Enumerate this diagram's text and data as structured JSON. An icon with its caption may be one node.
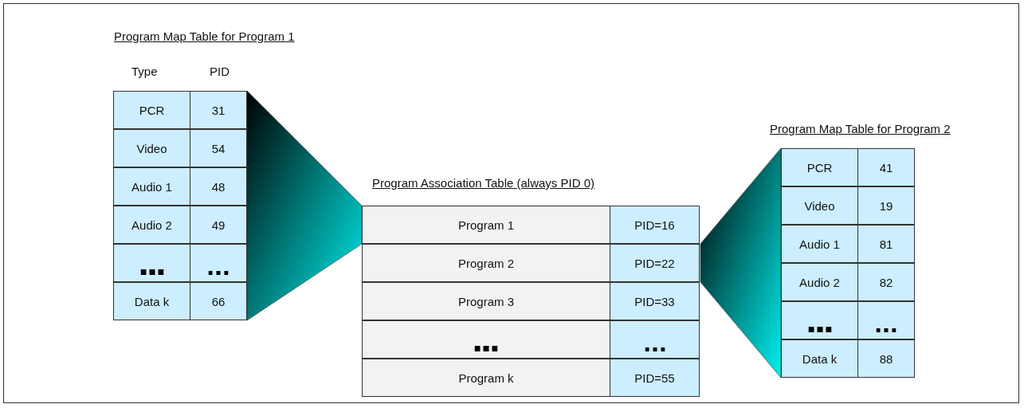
{
  "diagram": {
    "nodes": [
      {
        "text": [
          "Program Map Table for Program 1"
        ]
      },
      {
        "text": [
          "PCR",
          "31"
        ],
        "in": 0
      },
      {
        "text": [
          "Video",
          "54"
        ],
        "in": 0
      },
      {
        "text": [
          "Audio 1",
          "48"
        ],
        "in": 0
      },
      {
        "text": [
          "Audio 2",
          "49"
        ],
        "in": 0
      },
      {
        "text": [],
        "shape": "box",
        "in": 0
      },
      {
        "text": [
          "Data k",
          "66"
        ],
        "in": 0
      },
      {
        "text": [
          "Program Association Table (always PID 0)"
        ]
      },
      {
        "text": [
          "Program 1",
          "PID=16"
        ],
        "in": 7
      },
      {
        "text": [
          "Program 2",
          "PID=22"
        ],
        "in": 7
      },
      {
        "text": [
          "Program 3",
          "PID=33"
        ],
        "in": 7
      },
      {
        "text": [],
        "shape": "box",
        "in": 7
      },
      {
        "text": [
          "Program k",
          "PID=55"
        ],
        "in": 7
      },
      {
        "text": [
          "Program Map Table for Program 2"
        ]
      },
      {
        "text": [
          "PCR",
          "41"
        ],
        "in": 13
      },
      {
        "text": [
          "Video",
          "19"
        ],
        "in": 13
      },
      {
        "text": [
          "Audio 1",
          "81"
        ],
        "in": 13
      },
      {
        "text": [
          "Audio 2",
          "82"
        ],
        "in": 13
      },
      {
        "text": [],
        "shape": "box",
        "in": 13
      },
      {
        "text": [
          "Data k",
          "88"
        ],
        "in": 13
      }
    ],
    "edges": [
      {
        "from": 0,
        "to": 8,
        "arrow": "none"
      },
      {
        "from": 13,
        "to": 9,
        "arrow": "none"
      }
    ],
    "labels": [
      "Type",
      "PID"
    ]
  }
}
